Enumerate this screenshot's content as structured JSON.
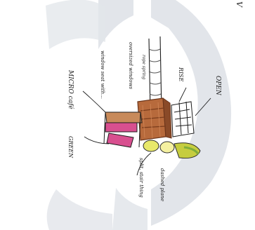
{
  "sketch": {
    "annotations": {
      "corner_mark": "V",
      "micro_cafe": "MICRO café",
      "window_note": "window seat with...",
      "oversized_windows": "oversized windows",
      "rope_note": "rope spring",
      "rise_note": "RISE",
      "open_label": "OPEN",
      "green_label": "GREEN",
      "split_note": "split, stair thing",
      "dashed_note": "dashed plane"
    },
    "colors": {
      "arch": "#dfe2e8",
      "wood": "#b76a3c",
      "wood_dark": "#8a4a28",
      "magenta": "#d84f8f",
      "yellow_green": "#c6cd3f",
      "green": "#7fae3a",
      "ink": "#1c1c1c"
    }
  }
}
